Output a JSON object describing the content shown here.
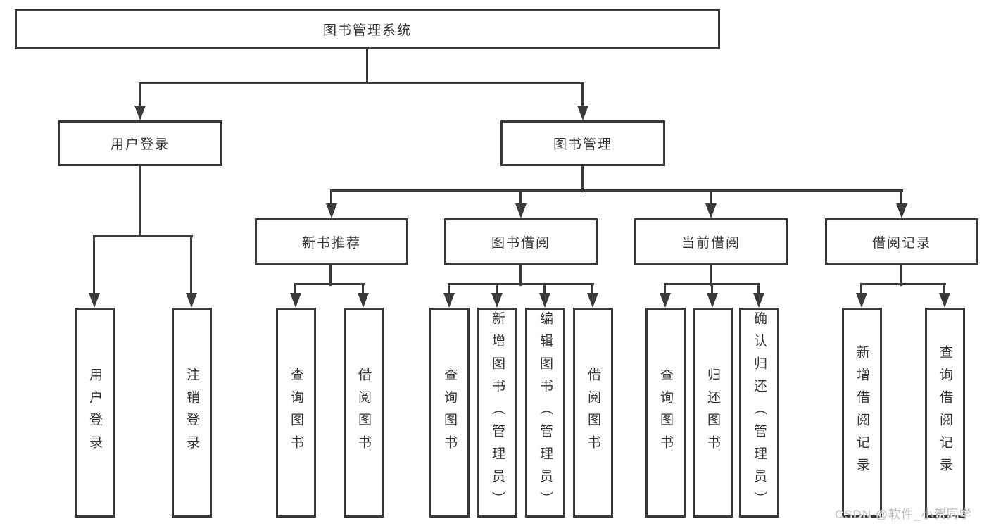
{
  "diagram": {
    "root": {
      "label": "图书管理系统"
    },
    "level2": {
      "user_login": "用户登录",
      "book_management": "图书管理"
    },
    "level3": {
      "new_book_recommend": "新书推荐",
      "book_borrow": "图书借阅",
      "current_borrow": "当前借阅",
      "borrow_records": "借阅记录"
    },
    "leaves": {
      "user_login": "用户登录",
      "logout": "注销登录",
      "query_book_1": "查询图书",
      "borrow_book_1": "借阅图书",
      "query_book_2": "查询图书",
      "add_book_admin": "新增图书（管理员）",
      "edit_book_admin": "编辑图书（管理员）",
      "borrow_book_2": "借阅图书",
      "query_book_3": "查询图书",
      "return_book": "归还图书",
      "confirm_return_admin": "确认归还（管理员）",
      "add_borrow_record": "新增借阅记录",
      "query_borrow_record": "查询借阅记录"
    }
  },
  "watermark": {
    "text": "CSDN @软件_小贺同学"
  },
  "colors": {
    "line": "#3a3a3a",
    "text": "#333333",
    "watermark": "#bcbcbc",
    "background": "#ffffff"
  }
}
